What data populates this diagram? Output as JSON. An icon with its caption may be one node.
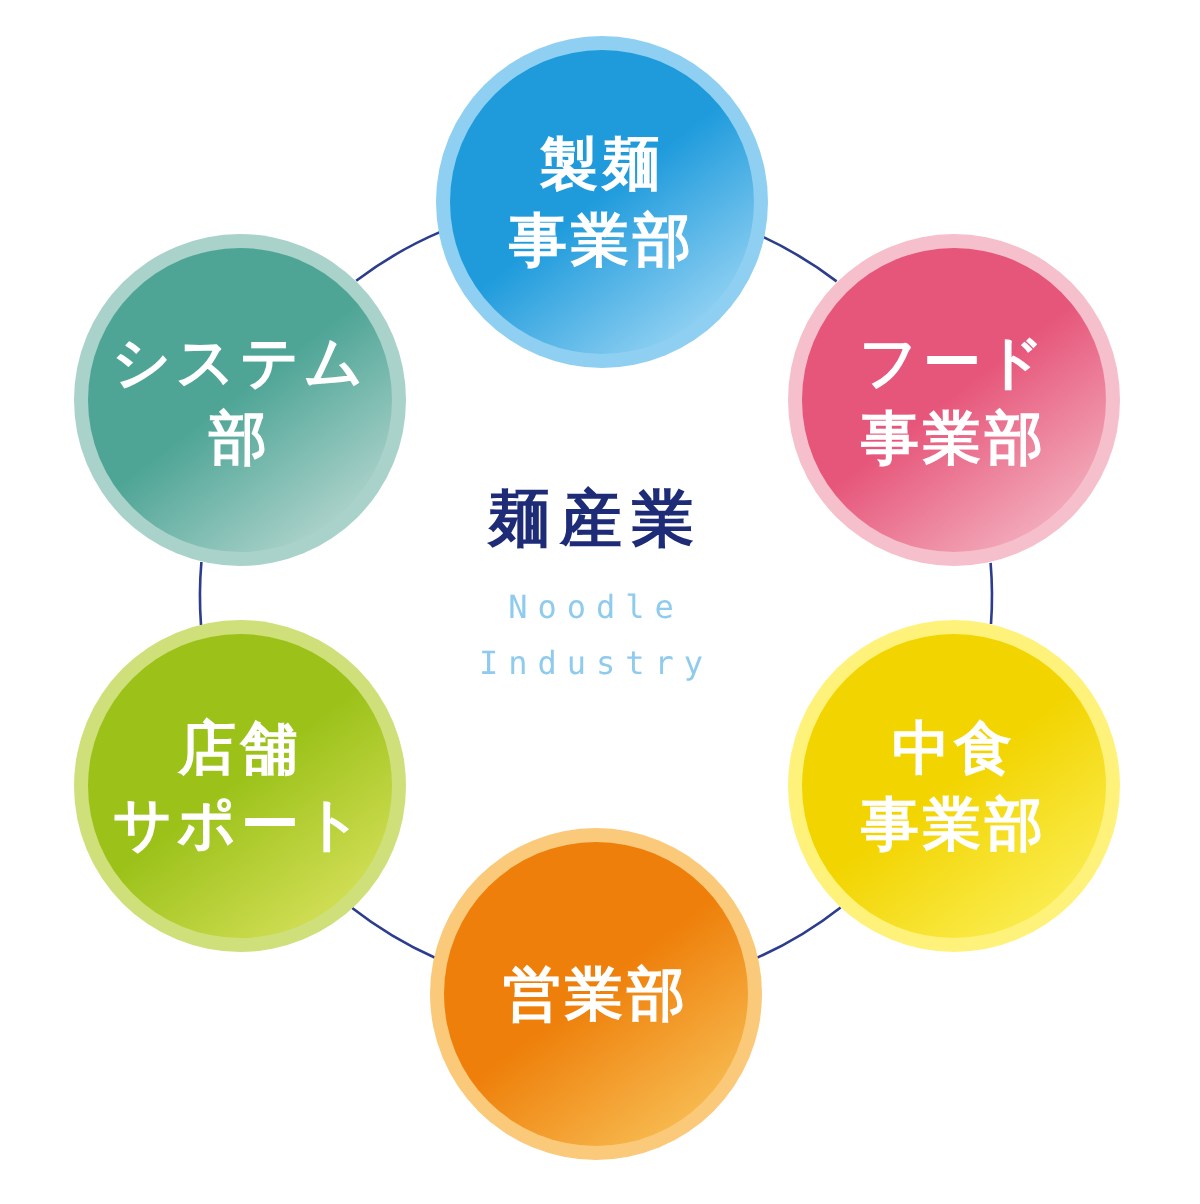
{
  "diagram": {
    "title": "麺産業",
    "nodes": [
      {
        "text": [
          "製麺事業部"
        ]
      },
      {
        "text": [
          "フード事業部"
        ]
      },
      {
        "text": [
          "中食事業部"
        ]
      },
      {
        "text": [
          "営業部"
        ]
      },
      {
        "text": [
          "店舗サポート"
        ]
      },
      {
        "text": [
          "システム部"
        ]
      }
    ],
    "edges": [
      {
        "from": 0,
        "to": 1,
        "arrow": "none"
      },
      {
        "from": 1,
        "to": 2,
        "arrow": "none"
      },
      {
        "from": 2,
        "to": 3,
        "arrow": "none"
      },
      {
        "from": 3,
        "to": 4,
        "arrow": "none"
      },
      {
        "from": 4,
        "to": 5,
        "arrow": "none"
      },
      {
        "from": 5,
        "to": 0,
        "arrow": "none"
      }
    ],
    "labels": [
      "Noodle Industry"
    ]
  }
}
